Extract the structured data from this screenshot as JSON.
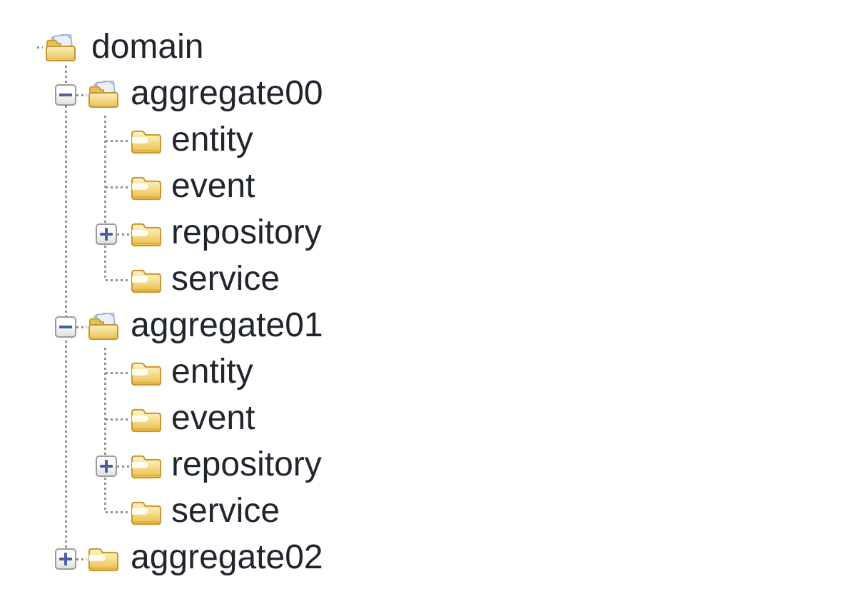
{
  "tree": {
    "rows": [
      {
        "label": "domain",
        "level": 0,
        "icon": "open-folder-with-document",
        "expander": null,
        "state": "expanded"
      },
      {
        "label": "aggregate00",
        "level": 1,
        "icon": "open-folder-with-document",
        "expander": "minus",
        "state": "expanded"
      },
      {
        "label": "entity",
        "level": 2,
        "icon": "closed-folder",
        "expander": null,
        "state": "leaf"
      },
      {
        "label": "event",
        "level": 2,
        "icon": "closed-folder",
        "expander": null,
        "state": "leaf"
      },
      {
        "label": "repository",
        "level": 2,
        "icon": "closed-folder",
        "expander": "plus",
        "state": "collapsed"
      },
      {
        "label": "service",
        "level": 2,
        "icon": "closed-folder",
        "expander": null,
        "state": "leaf"
      },
      {
        "label": "aggregate01",
        "level": 1,
        "icon": "open-folder-with-document",
        "expander": "minus",
        "state": "expanded"
      },
      {
        "label": "entity",
        "level": 2,
        "icon": "closed-folder",
        "expander": null,
        "state": "leaf"
      },
      {
        "label": "event",
        "level": 2,
        "icon": "closed-folder",
        "expander": null,
        "state": "leaf"
      },
      {
        "label": "repository",
        "level": 2,
        "icon": "closed-folder",
        "expander": "plus",
        "state": "collapsed"
      },
      {
        "label": "service",
        "level": 2,
        "icon": "closed-folder",
        "expander": null,
        "state": "leaf"
      },
      {
        "label": "aggregate02",
        "level": 1,
        "icon": "closed-folder",
        "expander": "plus",
        "state": "collapsed"
      }
    ],
    "colors": {
      "label_text": "#21252e",
      "folder_gold": "#EDC24F",
      "folder_outline": "#C9952D",
      "document_blue": "#E9F0FA",
      "document_edge_blue": "#94ACD2",
      "expander_sign_blue": "#47629b",
      "expander_border_gray": "#9b9b9b",
      "connector_gray": "#8f8f8f",
      "background": "#ffffff"
    }
  }
}
